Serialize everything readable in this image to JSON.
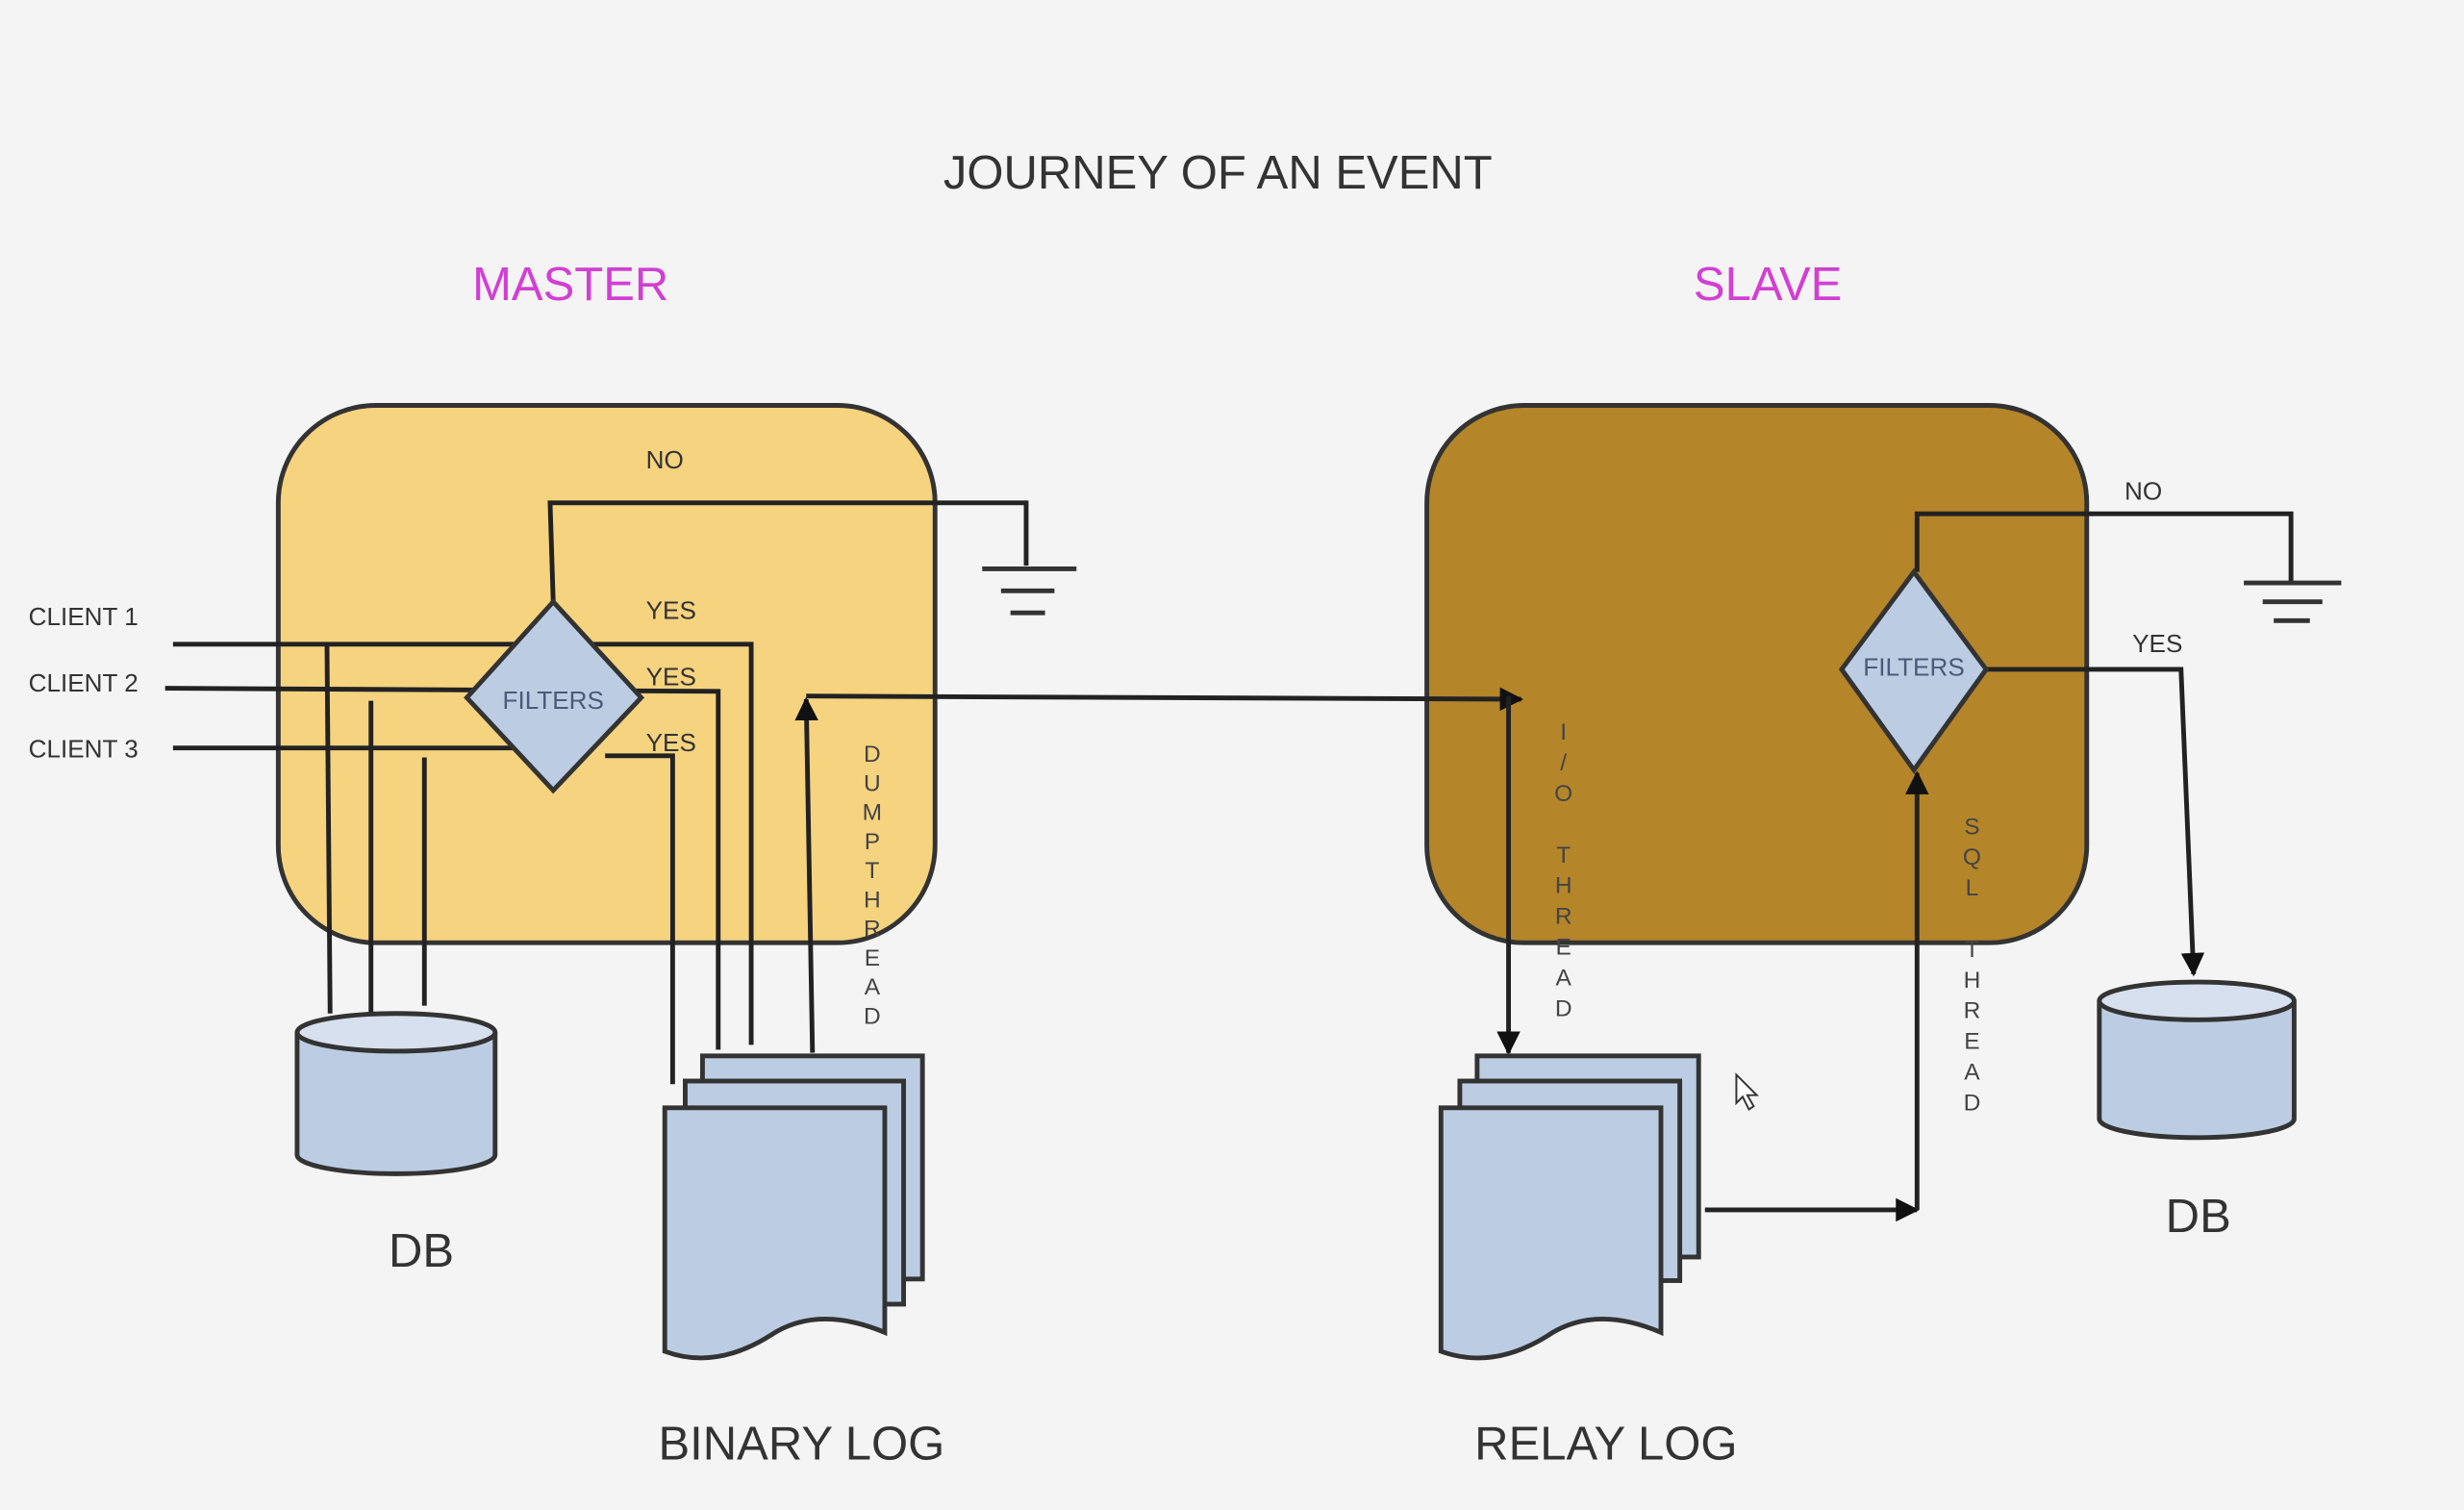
{
  "title": "JOURNEY OF AN EVENT",
  "master": {
    "label": "MASTER",
    "clients": [
      "CLIENT 1",
      "CLIENT 2",
      "CLIENT 3"
    ],
    "filters_label": "FILTERS",
    "no_label": "NO",
    "yes_labels": [
      "YES",
      "YES",
      "YES"
    ],
    "dump_thread_label": "DUMPTHREAD",
    "db_label": "DB",
    "binary_log_label": "BINARY LOG"
  },
  "slave": {
    "label": "SLAVE",
    "filters_label": "FILTERS",
    "no_label": "NO",
    "yes_label": "YES",
    "io_thread_label": "I/O THREAD",
    "sql_thread_label": "SQL THREAD",
    "db_label": "DB",
    "relay_log_label": "RELAY LOG"
  },
  "colors": {
    "master_box": "#f6d37f",
    "slave_box": "#b5852a",
    "label_accent": "#d23fd3",
    "storage_fill": "#bccde3"
  }
}
